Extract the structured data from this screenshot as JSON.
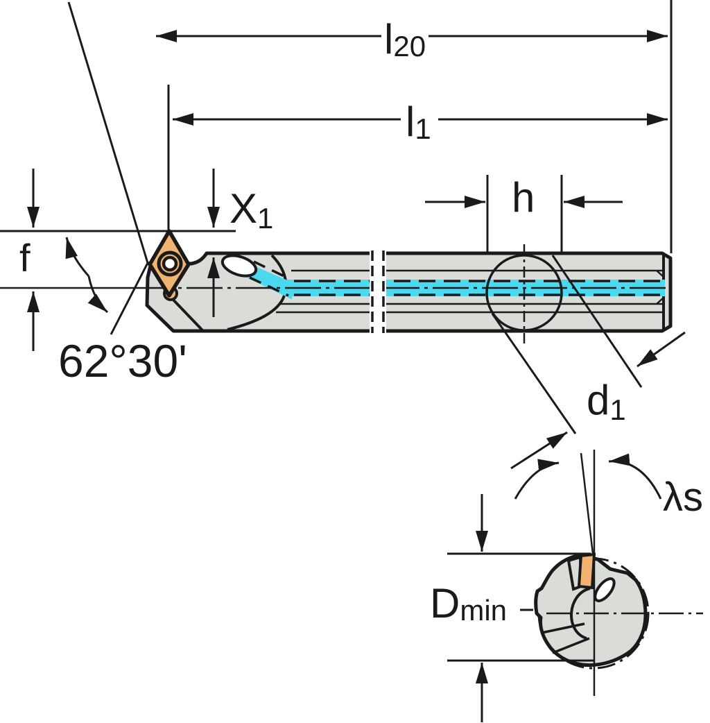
{
  "title": "Boring bar technical dimension drawing",
  "labels": {
    "l20": {
      "base": "l",
      "sub": "20"
    },
    "l1": {
      "base": "l",
      "sub": "1"
    },
    "x1": {
      "base": "X",
      "sub": "1"
    },
    "h": "h",
    "f": "f",
    "angle": "62°30'",
    "d1": {
      "base": "d",
      "sub": "1"
    },
    "lambda_s": "λs",
    "dmin": {
      "base": "D",
      "sub": "min"
    }
  },
  "colors": {
    "tool_body": "#d9dcd7",
    "insert": "#f0b371",
    "coolant": "#4bd9f0",
    "line": "#1a1a1a",
    "background": "#ffffff"
  }
}
